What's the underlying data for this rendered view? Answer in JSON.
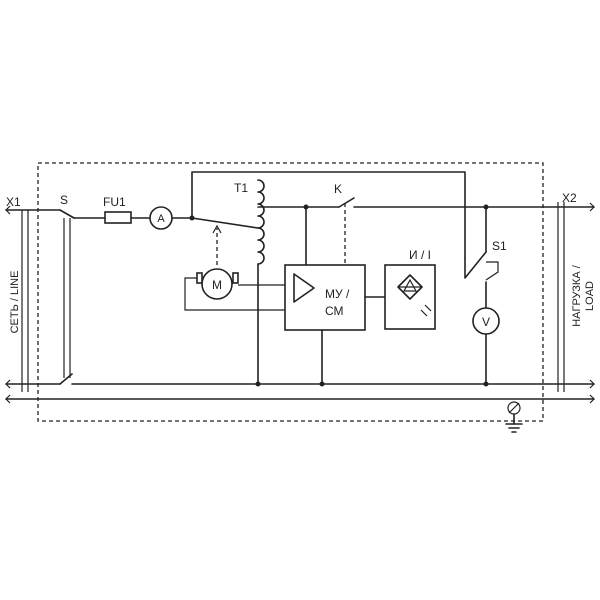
{
  "labels": {
    "x1": "X1",
    "x2": "X2",
    "line": "СЕТЬ / LINE",
    "load_line1": "НАГРУЗКА /",
    "load_line2": "LOAD",
    "switch_s": "S",
    "fuse": "FU1",
    "ammeter": "A",
    "transformer": "T1",
    "motor": "M",
    "contactor": "K",
    "amp_line1": "МУ /",
    "amp_line2": "СМ",
    "indicator": "И / I",
    "switch_s1": "S1",
    "voltmeter": "V"
  }
}
